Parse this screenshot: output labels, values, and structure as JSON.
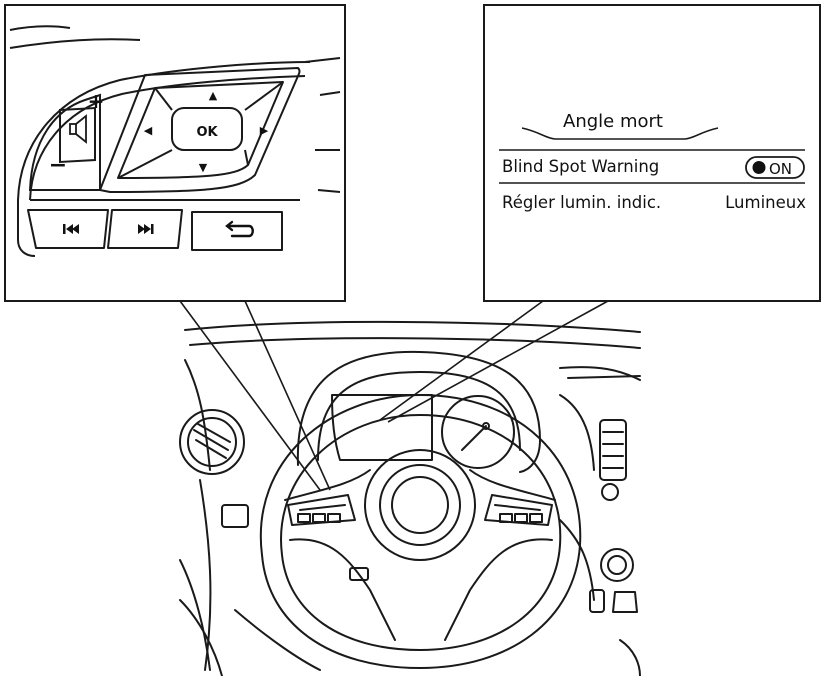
{
  "display": {
    "header": "Angle mort",
    "rows": [
      {
        "label": "Blind Spot Warning",
        "value": "ON"
      },
      {
        "label": "Régler lumin. indic.",
        "value": "Lumineux"
      }
    ]
  },
  "controls": {
    "ok": "OK",
    "up": "▲",
    "down": "▼",
    "left": "◀",
    "right": "▶",
    "volume_up": "+",
    "volume_down": "−",
    "previous": "⏮",
    "next": "⏭",
    "back": "↩"
  },
  "icons": {
    "speaker": "speaker-icon",
    "previous": "previous-track-icon",
    "next": "next-track-icon",
    "back": "back-icon",
    "toggle_dot": "toggle-dot-icon"
  },
  "colors": {
    "line": "#1a1a1a",
    "background": "#ffffff"
  }
}
